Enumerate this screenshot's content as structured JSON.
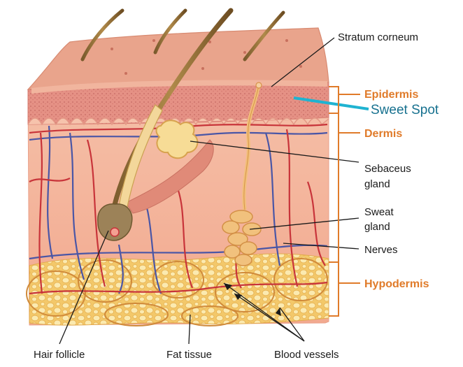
{
  "labels": {
    "stratum_corneum": "Stratum corneum",
    "epidermis": "Epidermis",
    "sweet_spot": "Sweet Spot",
    "dermis": "Dermis",
    "sebaceus_gland_1": "Sebaceus",
    "sebaceus_gland_2": "gland",
    "sweat_gland_1": "Sweat",
    "sweat_gland_2": "gland",
    "nerves": "Nerves",
    "hypodermis": "Hypodermis",
    "hair_follicle": "Hair follicle",
    "fat_tissue": "Fat tissue",
    "blood_vessels": "Blood vessels"
  },
  "colors": {
    "layer_label": "#e07b2a",
    "bracket": "#e07b2a",
    "sweet_spot": "#17718f",
    "sweet_spot_line": "#1fb3d1",
    "blood_vessel": "#c8343a",
    "nerve": "#4a56a6",
    "dermis": "#f3b39c",
    "epidermis": "#e79a8a",
    "fat": "#f7dc8a"
  }
}
